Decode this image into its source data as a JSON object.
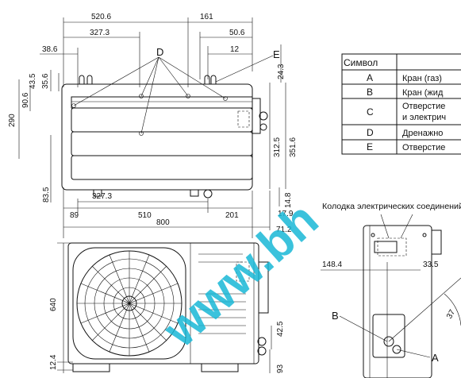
{
  "top_view": {
    "dims": {
      "d520": "520.6",
      "d161": "161",
      "d327a": "327.3",
      "d50": "50.6",
      "d38": "38.6",
      "d12": "12",
      "d43": "43.5",
      "d35": "35.6",
      "d24": "24.3",
      "d90": "90.6",
      "d290": "290",
      "d312": "312.5",
      "d351": "351.6",
      "d83": "83.5",
      "d327b": "327.3",
      "d14": "14.8",
      "d89": "89",
      "d510": "510",
      "d201": "201",
      "d17": "17.9",
      "d800": "800",
      "d71": "71.2"
    },
    "labels": {
      "d": "D",
      "e": "E"
    }
  },
  "table": {
    "header": "Символ",
    "rows": [
      {
        "sym": "A",
        "desc": [
          "Кран (газ)"
        ]
      },
      {
        "sym": "B",
        "desc": [
          "Кран (жид"
        ]
      },
      {
        "sym": "C",
        "desc": [
          "Отверстие",
          "и электрич"
        ]
      },
      {
        "sym": "D",
        "desc": [
          "Дренажно"
        ]
      },
      {
        "sym": "E",
        "desc": [
          "Отверстие"
        ]
      }
    ]
  },
  "front_view": {
    "dims": {
      "d640": "640",
      "d12": "12.4",
      "d42": "42.5",
      "d93": "93"
    }
  },
  "side_view": {
    "note": "Колодка электрических соединений",
    "dims": {
      "d148": "148.4",
      "d33": "33.5",
      "d37": "37"
    },
    "labels": {
      "a": "A",
      "b": "B"
    }
  },
  "watermark": "www.bh"
}
